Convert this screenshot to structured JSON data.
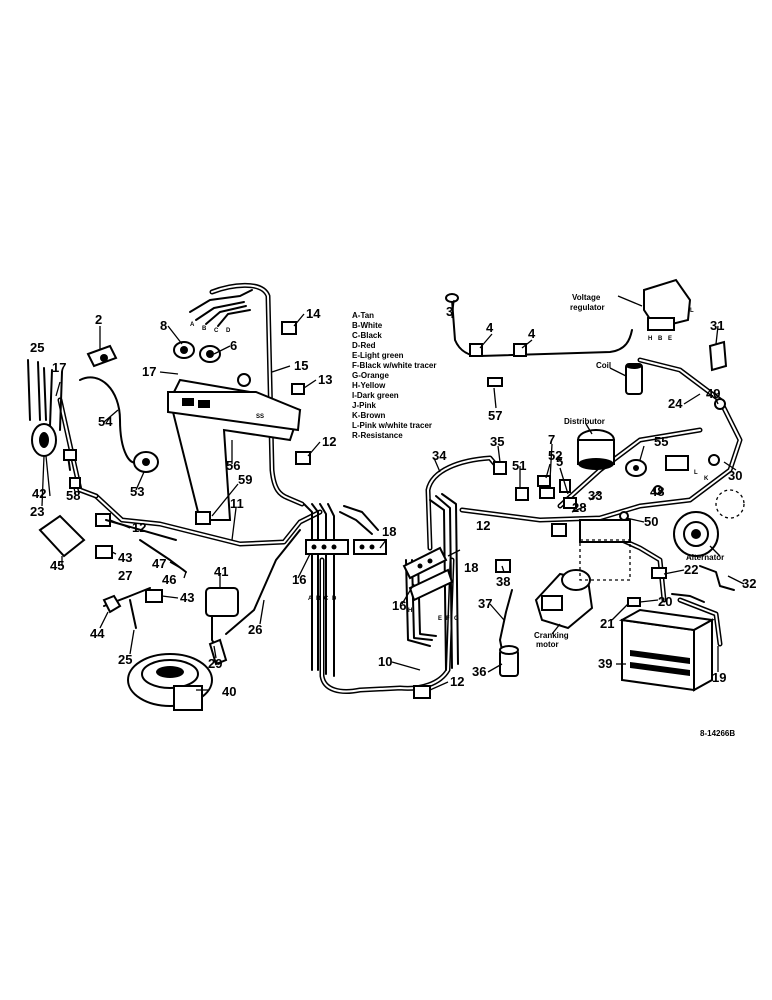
{
  "legend": [
    "A-Tan",
    "B-White",
    "C-Black",
    "D-Red",
    "E-Light green",
    "F-Black w/white tracer",
    "G-Orange",
    "H-Yellow",
    "I-Dark green",
    "J-Pink",
    "K-Brown",
    "L-Pink w/white tracer",
    "R-Resistance"
  ],
  "component_labels": {
    "voltage_regulator": "Voltage regulator",
    "coil": "Coil",
    "distributor": "Distributor",
    "alternator": "Alternator",
    "cranking_motor": "Cranking motor"
  },
  "callouts": [
    "2",
    "3",
    "4",
    "4",
    "5",
    "6",
    "7",
    "8",
    "10",
    "11",
    "12",
    "12",
    "12",
    "12",
    "13",
    "14",
    "15",
    "16",
    "16",
    "17",
    "17",
    "18",
    "18",
    "19",
    "20",
    "21",
    "22",
    "23",
    "24",
    "25",
    "25",
    "26",
    "27",
    "28",
    "29",
    "30",
    "31",
    "32",
    "33",
    "34",
    "35",
    "36",
    "37",
    "38",
    "39",
    "40",
    "41",
    "42",
    "43",
    "43",
    "44",
    "45",
    "46",
    "47",
    "48",
    "49",
    "50",
    "51",
    "52",
    "53",
    "54",
    "55",
    "56",
    "57",
    "58",
    "59"
  ],
  "wire_codes": [
    "A",
    "B",
    "C",
    "D",
    "E",
    "F",
    "G",
    "H",
    "K",
    "L"
  ],
  "figure_id": "8-14266B",
  "icons": [
    "cowl-bracket",
    "switch",
    "lamp-socket",
    "battery",
    "alternator",
    "cranking-motor",
    "distributor",
    "coil",
    "voltage-regulator",
    "horn",
    "fuse-block",
    "connector-block"
  ]
}
